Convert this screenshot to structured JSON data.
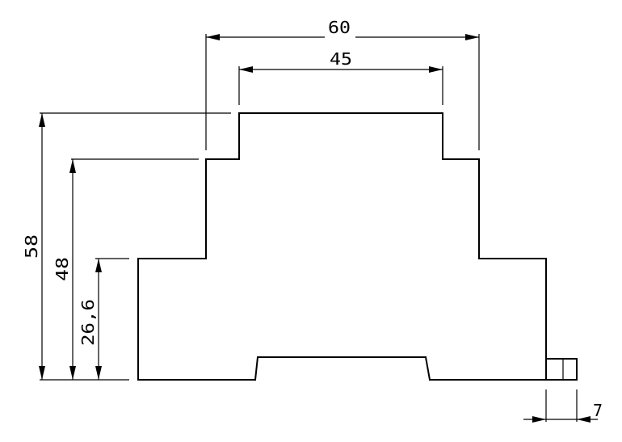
{
  "diagram": {
    "dimensions": {
      "outer_width": "60",
      "inner_width": "45",
      "total_height": "58",
      "step_height": "48",
      "base_height": "26,6",
      "tab_width": "7"
    }
  }
}
